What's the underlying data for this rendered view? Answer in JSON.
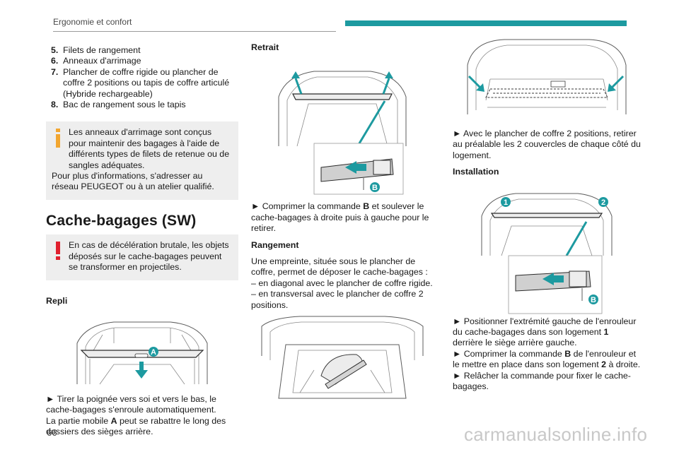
{
  "header": {
    "section_title": "Ergonomie et confort",
    "accent_color": "#1d9aa0"
  },
  "col1": {
    "list": [
      {
        "num": "5.",
        "text": "Filets de rangement"
      },
      {
        "num": "6.",
        "text": "Anneaux d'arrimage"
      },
      {
        "num": "7.",
        "text": "Plancher de coffre rigide ou plancher de coffre 2 positions ou tapis de coffre articulé (Hybride rechargeable)"
      },
      {
        "num": "8.",
        "text": "Bac de rangement sous le tapis"
      }
    ],
    "info_box": {
      "icon": "info-icon",
      "line1": "Les anneaux d'arrimage sont conçus pour maintenir des bagages à l'aide de différents types de filets de retenue ou de sangles adéquates.",
      "line2": "Pour plus d'informations, s'adresser au réseau PEUGEOT ou à un atelier qualifié."
    },
    "section_title": "Cache-bagages (SW)",
    "warning_box": {
      "icon": "warning-icon",
      "text": "En cas de décélération brutale, les objets déposés sur le cache-bagages peuvent se transformer en projectiles."
    },
    "repli_heading": "Repli",
    "repli_figure": {
      "marker": "A"
    },
    "repli_text_1": "► Tirer la poignée vers soi et vers le bas, le cache-bagages s'enroule automatiquement.",
    "repli_text_2_prefix": "La partie mobile ",
    "repli_text_2_bold": "A",
    "repli_text_2_suffix": " peut se rabattre le long des dossiers des sièges arrière."
  },
  "col2": {
    "retrait_heading": "Retrait",
    "retrait_figure": {
      "marker": "B"
    },
    "retrait_text_prefix": "► Comprimer la commande ",
    "retrait_text_bold": "B",
    "retrait_text_suffix": " et soulever le cache-bagages à droite puis à gauche pour le retirer.",
    "rangement_heading": "Rangement",
    "rangement_text": "Une empreinte, située sous le plancher de coffre, permet de déposer le cache-bagages :",
    "rangement_items": [
      "– en diagonal avec le plancher de coffre rigide.",
      "– en transversal avec le plancher de coffre 2 positions."
    ]
  },
  "col3": {
    "text_1": "► Avec le plancher de coffre 2 positions, retirer au préalable les 2 couvercles de chaque côté du logement.",
    "installation_heading": "Installation",
    "installation_figure": {
      "markers": [
        "1",
        "2",
        "B"
      ]
    },
    "inst_1_prefix": "► Positionner l'extrémité gauche de l'enrouleur du cache-bagages dans son logement ",
    "inst_1_bold": "1",
    "inst_1_suffix": " derrière le siège arrière gauche.",
    "inst_2_prefix": "► Comprimer la commande ",
    "inst_2_bold": "B",
    "inst_2_suffix": " de l'enrouleur et le mettre en place dans son logement ",
    "inst_2_bold2": "2",
    "inst_2_suffix2": " à droite.",
    "inst_3": "► Relâcher la commande pour fixer le cache-bagages."
  },
  "footer": {
    "page_number": "66",
    "watermark": "carmanualsonline.info"
  }
}
